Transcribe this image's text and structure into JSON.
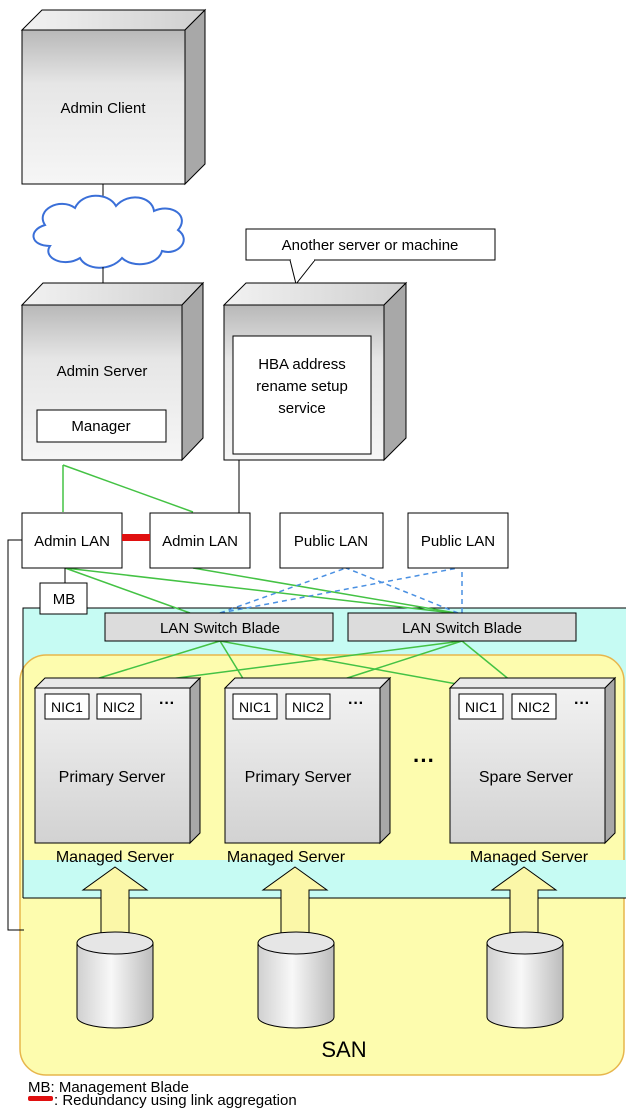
{
  "admin_client": {
    "label": "Admin Client"
  },
  "callout": {
    "text": "Another server or machine"
  },
  "admin_server": {
    "label": "Admin Server",
    "component": "Manager"
  },
  "hba_server": {
    "service_lines": [
      "HBA address",
      "rename setup",
      "service"
    ]
  },
  "lan_boxes": [
    "Admin LAN",
    "Admin LAN",
    "Public LAN",
    "Public LAN"
  ],
  "mb_label": "MB",
  "switch_blades": [
    "LAN Switch Blade",
    "LAN Switch Blade"
  ],
  "nics": [
    "NIC1",
    "NIC2",
    "···"
  ],
  "servers": [
    {
      "name": "Primary Server",
      "caption": "Managed Server"
    },
    {
      "name": "Primary Server",
      "caption": "Managed Server"
    },
    {
      "name": "Spare Server",
      "caption": "Managed Server"
    }
  ],
  "between_servers_ellipsis": "···",
  "san_label": "SAN",
  "legend": {
    "mb": "MB: Management Blade",
    "redundancy": ": Redundancy using link aggregation"
  },
  "colors": {
    "chassis": "#c6fbf3",
    "san": "#fdfcae",
    "arrow_fill": "#fbf7a8",
    "cloud": "#3a6fd8",
    "green_line": "#44c244",
    "blue_dashed": "#4a90e2",
    "redundancy": "#e01010",
    "switch_fill": "#dcdcdc"
  }
}
